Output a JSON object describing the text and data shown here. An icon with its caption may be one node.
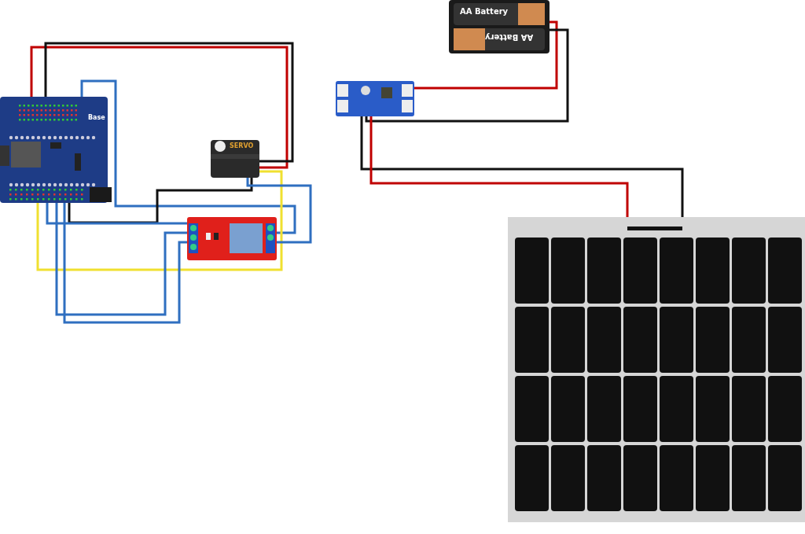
{
  "diagram": {
    "nodes": [
      {
        "text": [
          "Base"
        ]
      },
      {
        "text": [
          "SERVO"
        ]
      },
      {
        "text": [],
        "shape": "picture"
      },
      {
        "text": [],
        "shape": "picture"
      },
      {
        "text": [
          "AA Battery",
          "AA Battery"
        ]
      },
      {
        "text": [],
        "shape": "picture"
      }
    ],
    "edges": [
      {
        "from": 0,
        "to": 1,
        "arrow": "none",
        "color": "#c00000"
      },
      {
        "from": 0,
        "to": 1,
        "arrow": "none",
        "color": "#111111"
      },
      {
        "from": 0,
        "to": 2,
        "arrow": "none",
        "color": "#2f6fc0"
      },
      {
        "from": 0,
        "to": 1,
        "arrow": "none",
        "color": "#111111"
      },
      {
        "from": 0,
        "to": 1,
        "arrow": "none",
        "color": "#f0e030"
      },
      {
        "from": 1,
        "to": 2,
        "arrow": "none",
        "color": "#2f6fc0"
      },
      {
        "from": 0,
        "to": 2,
        "arrow": "none",
        "color": "#2f6fc0"
      },
      {
        "from": 0,
        "to": 2,
        "arrow": "none",
        "color": "#2f6fc0"
      },
      {
        "from": 0,
        "to": 2,
        "arrow": "none",
        "color": "#2f6fc0"
      },
      {
        "from": 3,
        "to": 4,
        "arrow": "none",
        "color": "#c00000"
      },
      {
        "from": 3,
        "to": 4,
        "arrow": "none",
        "color": "#111111"
      },
      {
        "from": 3,
        "to": 5,
        "arrow": "none",
        "color": "#111111"
      },
      {
        "from": 3,
        "to": 5,
        "arrow": "none",
        "color": "#c00000"
      }
    ]
  }
}
